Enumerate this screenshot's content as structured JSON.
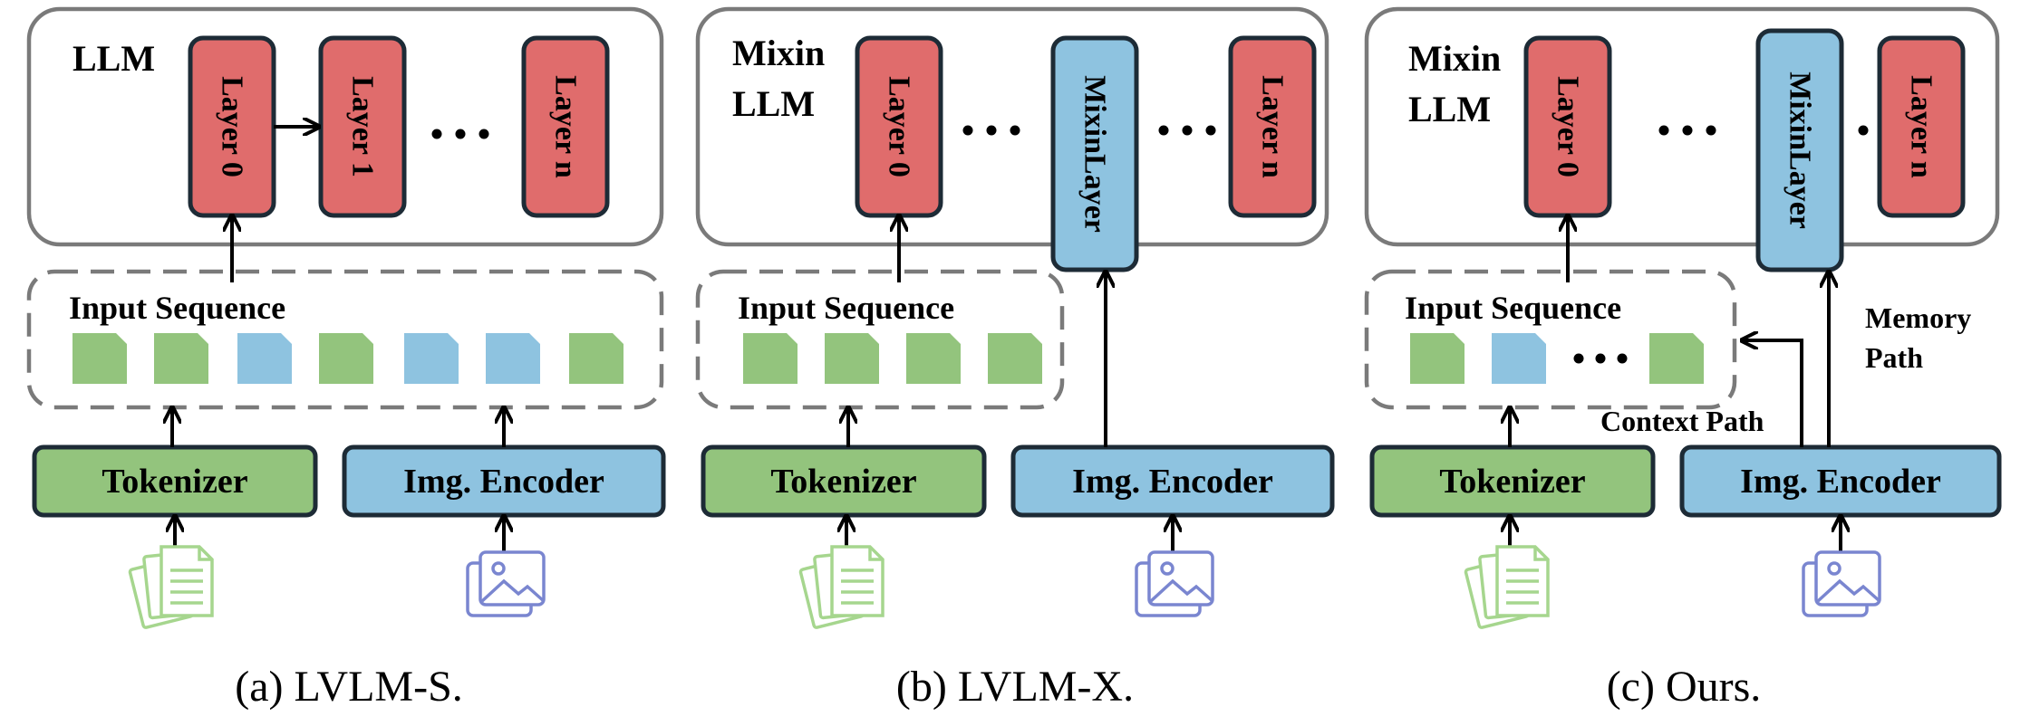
{
  "panels": {
    "a": {
      "container_label": "LLM",
      "layers": [
        "Layer 0",
        "Layer 1",
        "Layer n"
      ],
      "input_sequence_label": "Input Sequence",
      "tokens": [
        "text",
        "text",
        "image",
        "text",
        "image",
        "image",
        "text"
      ],
      "tokenizer_label": "Tokenizer",
      "encoder_label": "Img. Encoder",
      "caption": "(a) LVLM-S."
    },
    "b": {
      "container_label_line1": "Mixin",
      "container_label_line2": "LLM",
      "layers": [
        "Layer 0",
        "MixinLayer",
        "Layer n"
      ],
      "input_sequence_label": "Input Sequence",
      "tokens": [
        "text",
        "text",
        "text",
        "text"
      ],
      "tokenizer_label": "Tokenizer",
      "encoder_label": "Img. Encoder",
      "caption": "(b) LVLM-X."
    },
    "c": {
      "container_label_line1": "Mixin",
      "container_label_line2": "LLM",
      "layers": [
        "Layer 0",
        "MixinLayer",
        "Layer n"
      ],
      "input_sequence_label": "Input Sequence",
      "tokens": [
        "text",
        "image",
        "text"
      ],
      "tokenizer_label": "Tokenizer",
      "encoder_label": "Img. Encoder",
      "memory_path_line1": "Memory",
      "memory_path_line2": "Path",
      "context_path_label": "Context Path",
      "caption": "(c) Ours."
    }
  },
  "colors": {
    "layer_red": "#e06c6c",
    "mixin_blue": "#8ec3e0",
    "tokenizer_green": "#93c47d",
    "token_green": "#93c47d",
    "token_blue": "#8ec3e0",
    "box_border": "#1d2b36",
    "frame_gray": "#7a7a7a",
    "doc_icon": "#a6d68e",
    "img_icon": "#7a86d0"
  },
  "icons": {
    "text_input": "document-stack-icon",
    "image_input": "image-stack-icon"
  }
}
